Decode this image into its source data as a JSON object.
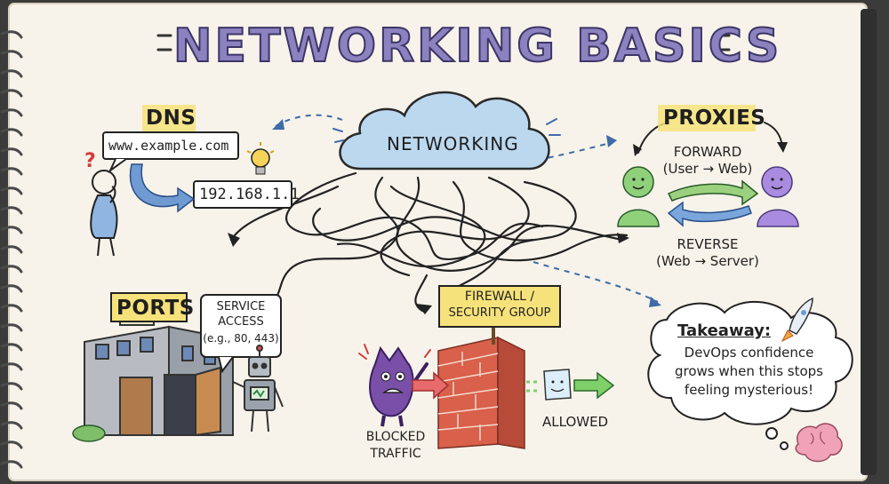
{
  "title": "NETWORKING BASICS",
  "center_label": "NETWORKING",
  "dns": {
    "label": "DNS",
    "query_domain": "www.example.com",
    "resolved_ip": "192.168.1.1"
  },
  "proxies": {
    "label": "PROXIES",
    "forward_title": "FORWARD",
    "forward_detail": "(User → Web)",
    "reverse_title": "REVERSE",
    "reverse_detail": "(Web → Server)"
  },
  "ports": {
    "label": "PORTS",
    "bubble_line1": "SERVICE",
    "bubble_line2": "ACCESS",
    "bubble_line3": "(e.g., 80, 443)"
  },
  "firewall": {
    "sign_line1": "FIREWALL /",
    "sign_line2": "SECURITY GROUP",
    "blocked_line1": "BLOCKED",
    "blocked_line2": "TRAFFIC",
    "allowed": "ALLOWED"
  },
  "takeaway": {
    "heading": "Takeaway:",
    "line1": "DevOps confidence",
    "line2": "grows when this stops",
    "line3": "feeling mysterious!"
  },
  "colors": {
    "paper": "#f7f3ea",
    "title_fill": "#8c82c0",
    "label_yellow": "#f6e27a",
    "cloud_blue": "#bcd8ef",
    "person_green": "#8fd07a",
    "person_purple": "#a98be0",
    "brick_red": "#d9604a"
  }
}
